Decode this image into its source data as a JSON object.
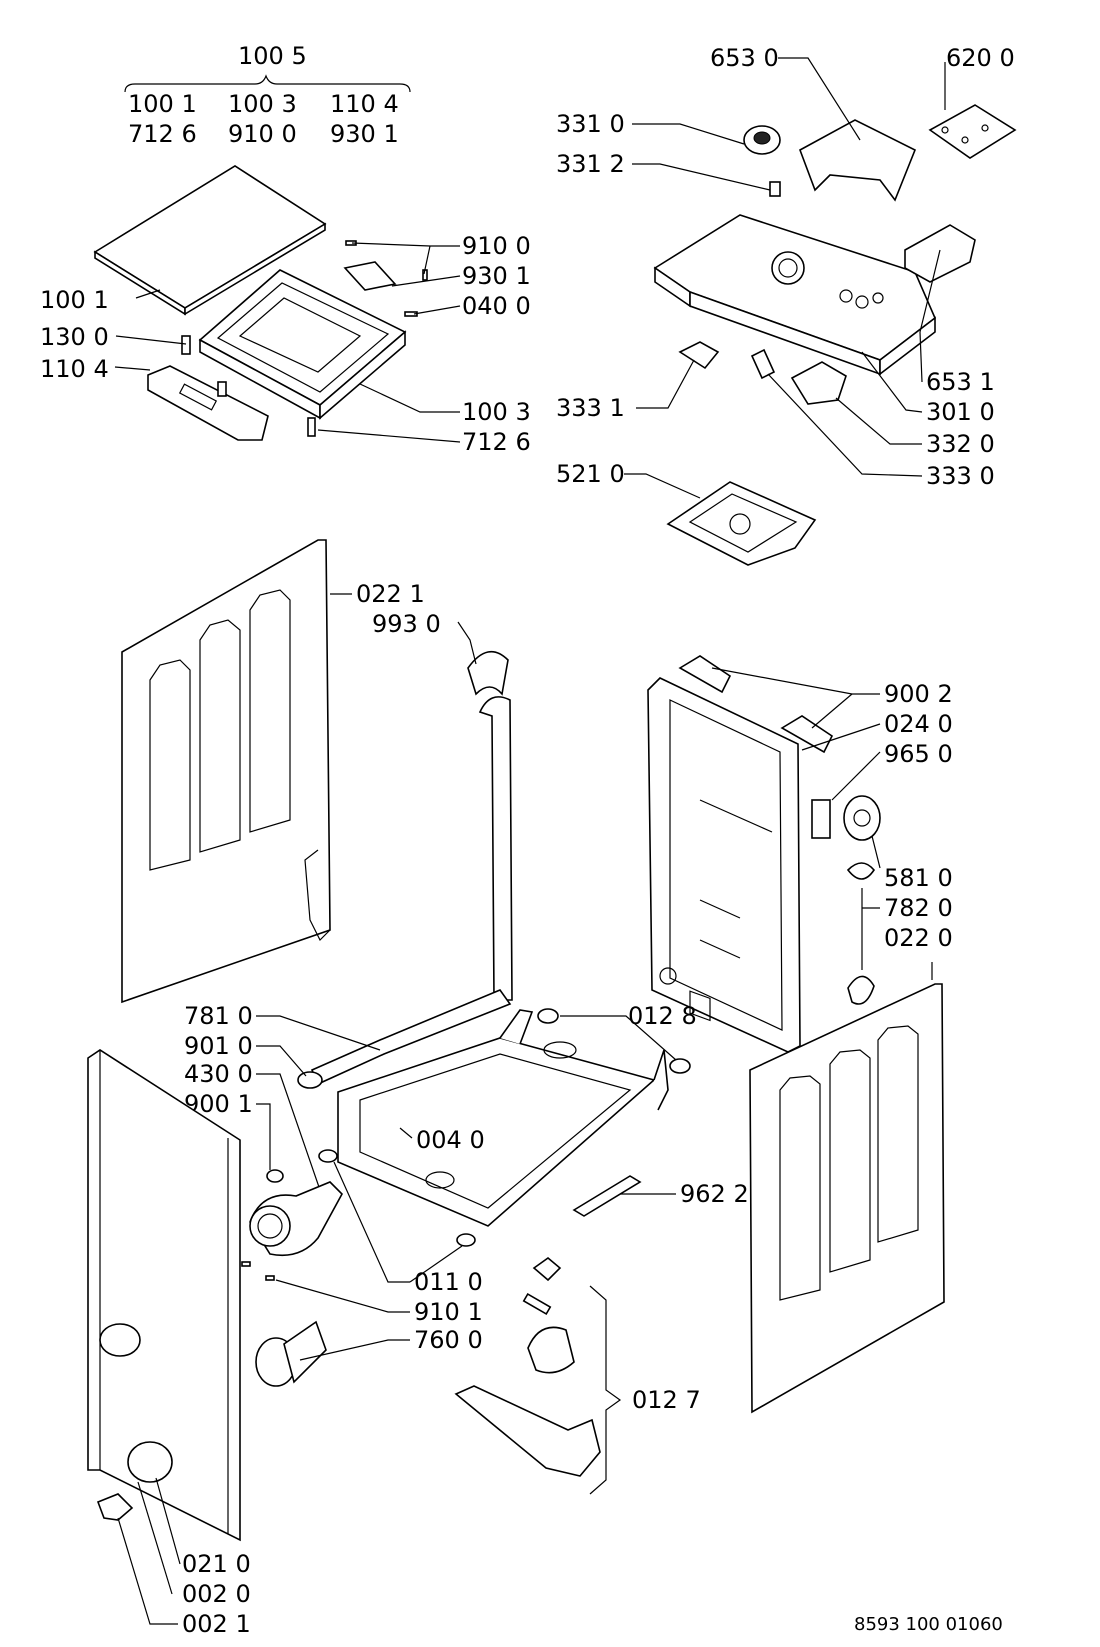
{
  "diagram": {
    "document_code": "8593 100 01060",
    "top_left_group": {
      "kit_label": "100 5",
      "kit_row1": [
        "100 1",
        "100 3",
        "110 4"
      ],
      "kit_row2": [
        "712 6",
        "910 0",
        "930 1"
      ]
    },
    "callouts": [
      {
        "id": "c-1001",
        "text": "100 1"
      },
      {
        "id": "c-1300",
        "text": "130 0"
      },
      {
        "id": "c-1104",
        "text": "110 4"
      },
      {
        "id": "c-9100",
        "text": "910 0"
      },
      {
        "id": "c-9301",
        "text": "930 1"
      },
      {
        "id": "c-0400",
        "text": "040 0"
      },
      {
        "id": "c-1003",
        "text": "100 3"
      },
      {
        "id": "c-7126",
        "text": "712 6"
      },
      {
        "id": "c-6530",
        "text": "653 0"
      },
      {
        "id": "c-6200",
        "text": "620 0"
      },
      {
        "id": "c-3310",
        "text": "331 0"
      },
      {
        "id": "c-3312",
        "text": "331 2"
      },
      {
        "id": "c-6531",
        "text": "653 1"
      },
      {
        "id": "c-3010",
        "text": "301 0"
      },
      {
        "id": "c-3331",
        "text": "333 1"
      },
      {
        "id": "c-3320",
        "text": "332 0"
      },
      {
        "id": "c-3330",
        "text": "333 0"
      },
      {
        "id": "c-5210",
        "text": "521 0"
      },
      {
        "id": "c-0221",
        "text": "022 1"
      },
      {
        "id": "c-9930",
        "text": "993 0"
      },
      {
        "id": "c-9002",
        "text": "900 2"
      },
      {
        "id": "c-0240",
        "text": "024 0"
      },
      {
        "id": "c-9650",
        "text": "965 0"
      },
      {
        "id": "c-5810",
        "text": "581 0"
      },
      {
        "id": "c-7820",
        "text": "782 0"
      },
      {
        "id": "c-0220",
        "text": "022 0"
      },
      {
        "id": "c-7810",
        "text": "781 0"
      },
      {
        "id": "c-9010",
        "text": "901 0"
      },
      {
        "id": "c-4300",
        "text": "430 0"
      },
      {
        "id": "c-9001",
        "text": "900 1"
      },
      {
        "id": "c-0128",
        "text": "012 8"
      },
      {
        "id": "c-0040",
        "text": "004 0"
      },
      {
        "id": "c-9622",
        "text": "962 2"
      },
      {
        "id": "c-0110",
        "text": "011 0"
      },
      {
        "id": "c-9101",
        "text": "910 1"
      },
      {
        "id": "c-7600",
        "text": "760 0"
      },
      {
        "id": "c-0127",
        "text": "012 7"
      },
      {
        "id": "c-0210",
        "text": "021 0"
      },
      {
        "id": "c-0020",
        "text": "002 0"
      },
      {
        "id": "c-0021",
        "text": "002 1"
      }
    ]
  }
}
